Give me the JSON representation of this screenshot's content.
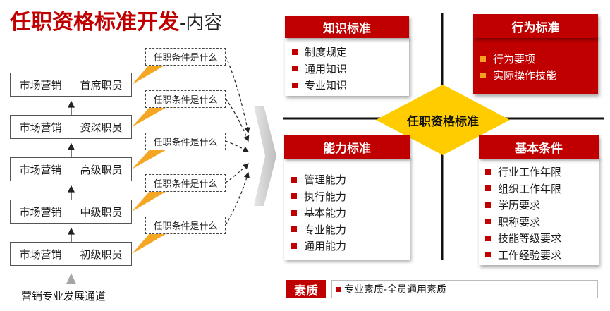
{
  "title": {
    "main": "任职资格标准开发",
    "sub": "-内容"
  },
  "ladder": {
    "rows": [
      {
        "left": "市场营销",
        "right": "首席职员"
      },
      {
        "left": "市场营销",
        "right": "资深职员"
      },
      {
        "left": "市场营销",
        "right": "高级职员"
      },
      {
        "left": "市场营销",
        "right": "中级职员"
      },
      {
        "left": "市场营销",
        "right": "初级职员"
      }
    ],
    "callout_text": "任职条件是什么",
    "footer": "营销专业发展通道"
  },
  "center": {
    "label": "任职资格标准"
  },
  "panels": {
    "knowledge": {
      "title": "知识标准",
      "items": [
        "制度规定",
        "通用知识",
        "专业知识"
      ]
    },
    "behavior": {
      "title": "行为标准",
      "items": [
        "行为要项",
        "实际操作技能"
      ]
    },
    "ability": {
      "title": "能力标准",
      "items": [
        "管理能力",
        "执行能力",
        "基本能力",
        "专业能力",
        "通用能力"
      ]
    },
    "basic": {
      "title": "基本条件",
      "items": [
        "行业工作年限",
        "组织工作年限",
        "学历要求",
        "职称要求",
        "技能等级要求",
        "工作经验要求"
      ]
    }
  },
  "suzhi": {
    "label": "素质",
    "text": "专业素质-全员通用素质"
  },
  "colors": {
    "accent": "#c00000",
    "highlight": "#ffcc00",
    "callout_wedge": "#f5a623"
  }
}
